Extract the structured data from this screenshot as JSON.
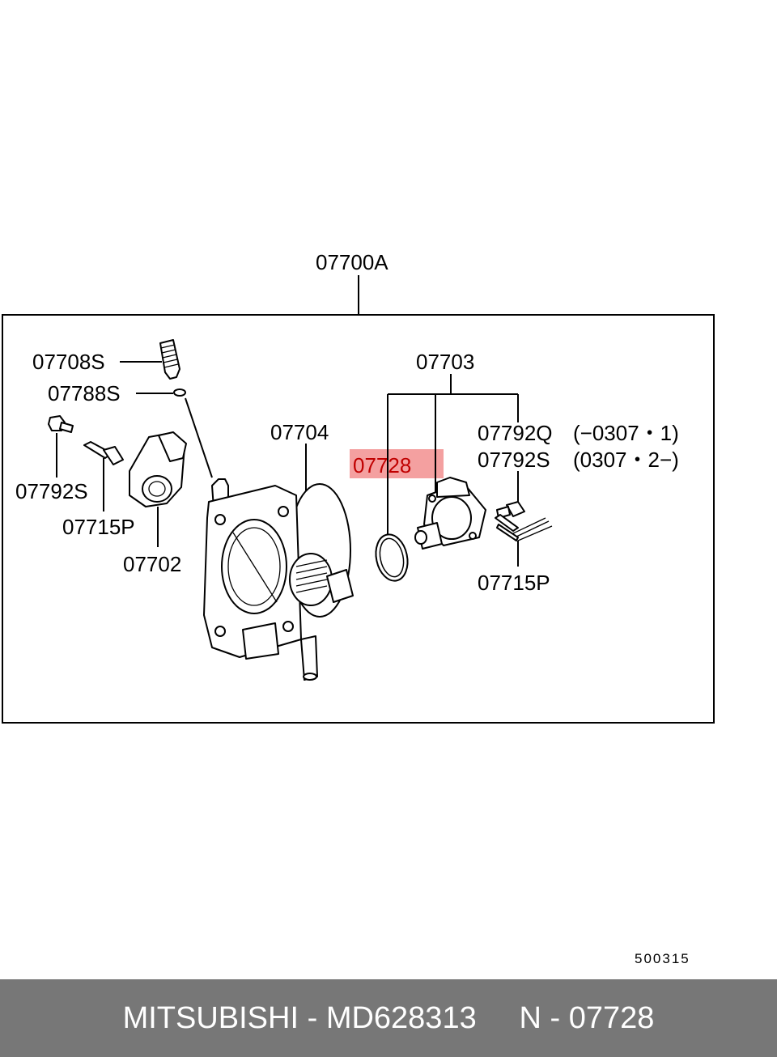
{
  "diagram": {
    "assembly_label": "07700A",
    "labels": {
      "p07708S": "07708S",
      "p07788S": "07788S",
      "p07792S_left": "07792S",
      "p07715P_left": "07715P",
      "p07702": "07702",
      "p07704": "07704",
      "p07703": "07703",
      "p07728": "07728",
      "p07792Q": "07792Q",
      "p07792Q_range": "(−0307・1)",
      "p07792S_right": "07792S",
      "p07792S_range": "(0307・2−)",
      "p07715P_right": "07715P"
    },
    "highlight_color": "#f4a0a0",
    "highlight_text_color": "#c00000",
    "image_code": "500315"
  },
  "footer": {
    "brand": "MITSUBISHI",
    "separator": "-",
    "part_number": "MD628313",
    "ref_prefix": "N",
    "ref_number": "07728"
  }
}
